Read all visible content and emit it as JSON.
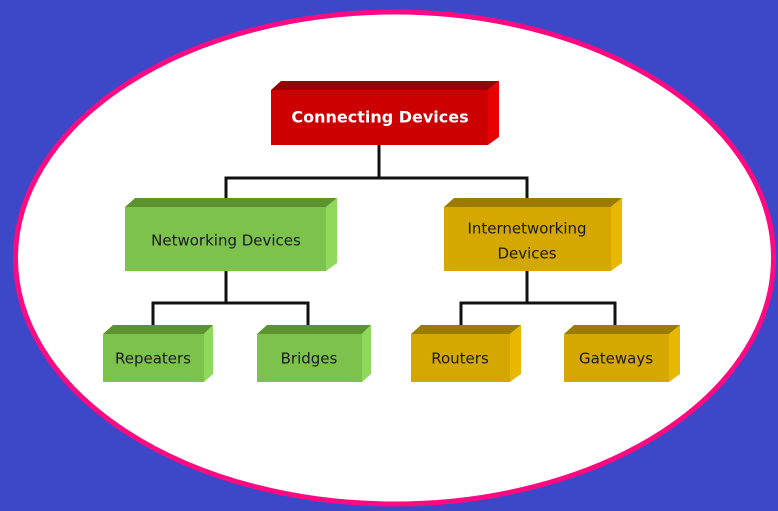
{
  "diagram": {
    "title": "Connecting Devices",
    "colors": {
      "background": "#3d48c9",
      "ellipse_fill": "#ffffff",
      "ellipse_stroke": "#ff0a80",
      "connector": "#111111",
      "root": {
        "front": "#cc0000",
        "top": "#990000",
        "side": "#e60000",
        "text": "#ffffff"
      },
      "green": {
        "front": "#7cc24d",
        "top": "#5d932f",
        "side": "#8fd95a",
        "text": "#1a1a1a"
      },
      "gold": {
        "front": "#d4a800",
        "top": "#9c7c00",
        "side": "#e8b800",
        "text": "#1a1a1a"
      }
    },
    "nodes": {
      "root": {
        "label": "Connecting Devices"
      },
      "networking": {
        "label": "Networking Devices"
      },
      "internetworking": {
        "line1": "Internetworking",
        "line2": "Devices"
      },
      "repeaters": {
        "label": "Repeaters"
      },
      "bridges": {
        "label": "Bridges"
      },
      "routers": {
        "label": "Routers"
      },
      "gateways": {
        "label": "Gateways"
      }
    },
    "edges": [
      [
        "Connecting Devices",
        "Networking Devices"
      ],
      [
        "Connecting Devices",
        "Internetworking Devices"
      ],
      [
        "Networking Devices",
        "Repeaters"
      ],
      [
        "Networking Devices",
        "Bridges"
      ],
      [
        "Internetworking Devices",
        "Routers"
      ],
      [
        "Internetworking Devices",
        "Gateways"
      ]
    ]
  }
}
